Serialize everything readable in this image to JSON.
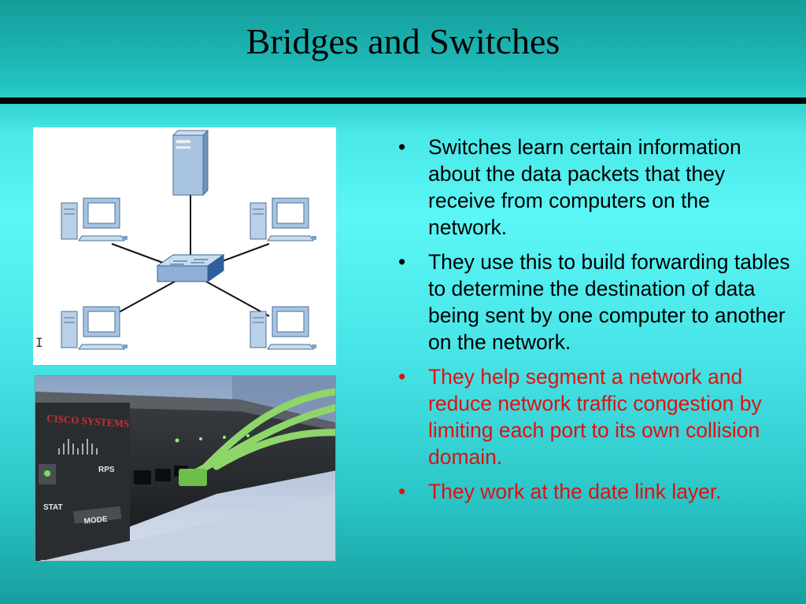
{
  "slide": {
    "title": "Bridges and Switches",
    "bullets": [
      {
        "text": "Switches learn certain information about the data packets that they receive from computers on the network.",
        "color": "#000000"
      },
      {
        "text": "They use this to build forwarding tables to determine the destination of data being sent by one computer to another on the network.",
        "color": "#000000"
      },
      {
        "text": "They help segment a network and reduce network traffic congestion by limiting each port to its own collision domain.",
        "color": "#e01010"
      },
      {
        "text": "They work at the date link layer.",
        "color": "#e01010"
      }
    ],
    "bullet_symbol": "•",
    "photo": {
      "brand": "CISCO SYSTEMS",
      "labels": [
        "RPS",
        "STAT",
        "MODE"
      ]
    },
    "cursor_glyph": "I"
  },
  "colors": {
    "title_rule": "#000000",
    "highlight_text": "#e01010"
  }
}
